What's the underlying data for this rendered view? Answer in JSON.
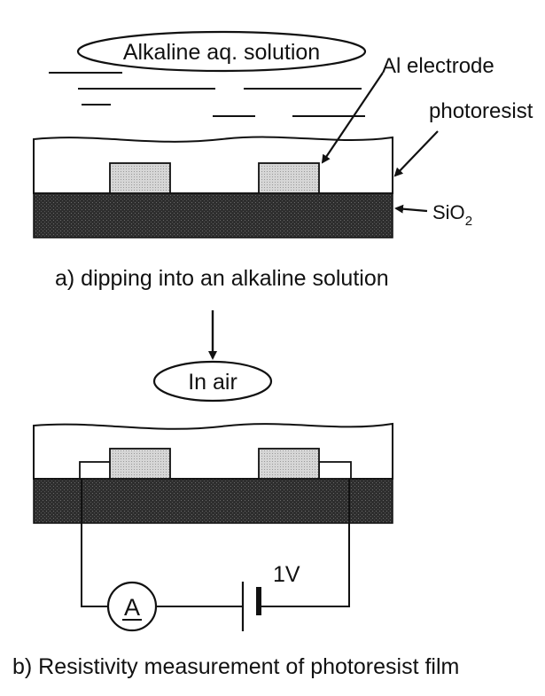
{
  "panel_a": {
    "solution_label": "Alkaline aq. solution",
    "electrode_label": "Al electrode",
    "photoresist_label": "photoresist",
    "sio2_label_main": "SiO",
    "sio2_label_sub": "2",
    "caption": "a) dipping into an alkaline solution"
  },
  "panel_b": {
    "environment_label": "In air",
    "ammeter_symbol": "A",
    "voltage_label": "1V",
    "caption": "b) Resistivity measurement of photoresist film"
  },
  "colors": {
    "ink": "#111111",
    "oxide": "#2b2b2b",
    "electrode": "#cfcfcf"
  }
}
